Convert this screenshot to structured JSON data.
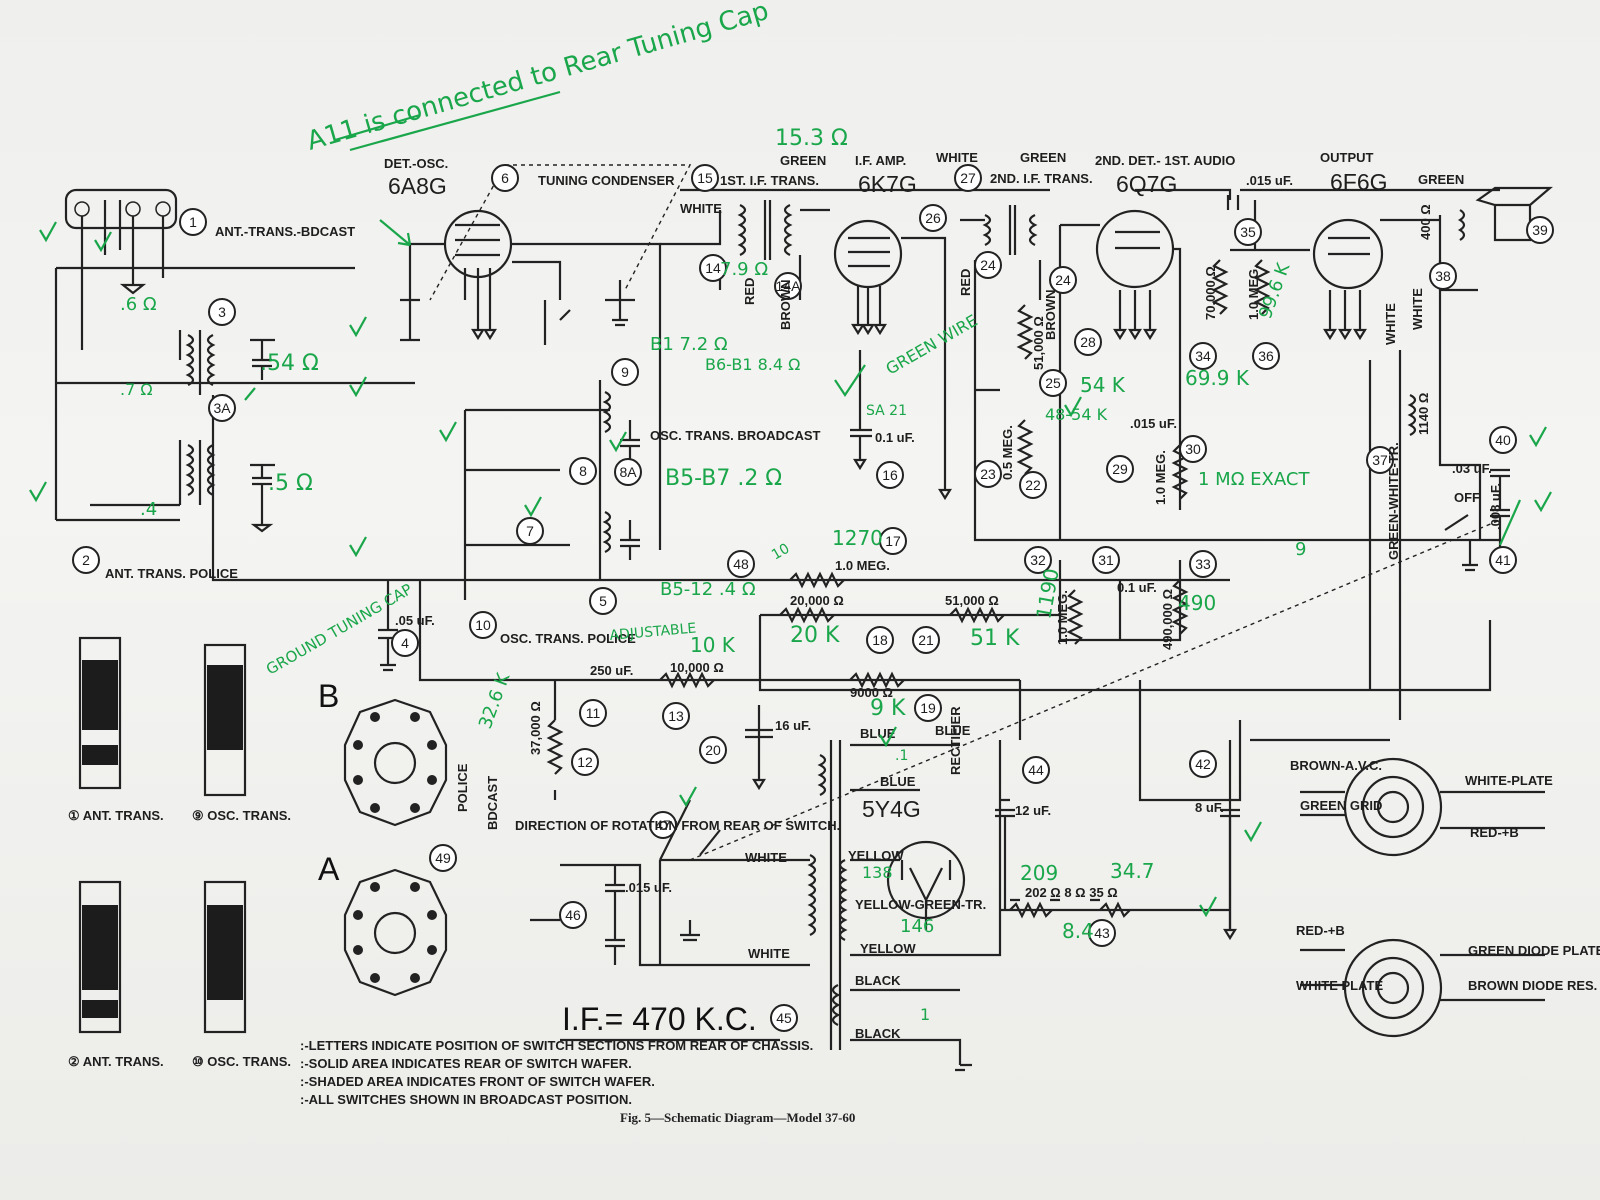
{
  "tubes": [
    {
      "id": "det-osc",
      "role": "DET.-OSC.",
      "type": "6A8G"
    },
    {
      "id": "if-amp",
      "role": "I.F. AMP.",
      "type": "6K7G"
    },
    {
      "id": "second-det",
      "role": "2ND. DET.- 1ST. AUDIO",
      "type": "6Q7G"
    },
    {
      "id": "output",
      "role": "OUTPUT",
      "type": "6F6G"
    },
    {
      "id": "rectifier",
      "role": "RECTIFIER",
      "type": "5Y4G"
    }
  ],
  "parts": [
    {
      "n": "1",
      "label": "ANT.-TRANS.-BDCAST"
    },
    {
      "n": "2",
      "label": "ANT. TRANS. POLICE"
    },
    {
      "n": "6",
      "label": "TUNING CONDENSER"
    },
    {
      "n": "15",
      "label": "1ST. I.F. TRANS."
    },
    {
      "n": "27",
      "label": "2ND. I.F. TRANS."
    },
    {
      "n": "9",
      "label": "OSC. TRANS. BROADCAST"
    },
    {
      "n": "10",
      "label": "OSC. TRANS. POLICE"
    }
  ],
  "values": {
    "c4": ".05 uF.",
    "r17": "1.0 MEG.",
    "r18": "20,000 Ω",
    "r21": "51,000 Ω",
    "c11": "250 uF.",
    "r13": "10,000 Ω",
    "r19": "9000 Ω",
    "r12": "37,000 Ω",
    "c20": "16 uF.",
    "c16": "0.1 uF.",
    "r25": "51,000 Ω",
    "r22": "0.5 MEG.",
    "c29": ".015 uF.",
    "r30": "1.0 MEG.",
    "r34": "70,000 Ω",
    "r36": "1.0 MEG.",
    "c35": ".015 uF.",
    "r32": "1.0 MEG.",
    "r33": "490,000 Ω",
    "c31": "0.1 uF.",
    "c44": "12 uF.",
    "c42": "8 uF.",
    "r43": "202 Ω  8 Ω  35 Ω",
    "c46": ".015 uF.",
    "r38": "400 Ω",
    "r_field": "1140 Ω",
    "c40": ".03 uF.",
    "c41": ".008 uF."
  },
  "labels": {
    "if_freq": "I.F.= 470 K.C.",
    "caption": "Fig. 5—Schematic Diagram—Model 37-60",
    "direction": "DIRECTION OF ROTATION FROM REAR OF SWITCH.",
    "switch_b": "B",
    "switch_a": "A",
    "police": "POLICE",
    "bdcast": "BDCAST",
    "off": "OFF",
    "white": "WHITE",
    "green": "GREEN",
    "brown": "BROWN",
    "red": "RED",
    "blue": "BLUE",
    "yellow": "YELLOW",
    "black": "BLACK",
    "yellow_green": "YELLOW-GREEN-TR.",
    "green_white": "GREEN-WHITE-TR."
  },
  "notes": [
    ":-LETTERS INDICATE POSITION OF SWITCH SECTIONS FROM REAR OF CHASSIS.",
    ":-SOLID AREA INDICATES REAR OF SWITCH WAFER.",
    ":-SHADED AREA INDICATES FRONT OF SWITCH WAFER.",
    ":-ALL SWITCHES SHOWN IN BROADCAST POSITION."
  ],
  "if_trans_terminals": {
    "first": {
      "top_left": "BROWN-A.V.C.",
      "top_right": "WHITE-PLATE",
      "left": "GREEN GRID",
      "right": "RED-+B"
    },
    "second": {
      "top_left": "RED-+B",
      "top_right": "GREEN DIODE PLATE",
      "right": "BROWN DIODE RES.",
      "left": "WHITE PLATE"
    }
  },
  "handwritten": {
    "note_top": "A11 is connected to Rear Tuning Cap",
    "r15": "15.3 Ω",
    "r14": "7.9 Ω",
    "b1": "B1 7.2 Ω",
    "b6b1": "B6-B1 8.4 Ω",
    "green_wire": "GREEN WIRE",
    "ant_r": ".6 Ω",
    ".7": ".7 Ω",
    ".54": ".54 Ω",
    ".4": ".4",
    ".5": ".5 Ω",
    "b5b7": "B5-B7 .2 Ω",
    "b5b12": "B5-12 .4 Ω",
    "adj": "ADJUSTABLE",
    "r12m": "32.6 K",
    "r13m": "10 K",
    "r19m": "9 K",
    "r17m": "1270",
    "r18m": "20 K",
    "r21m": "51 K",
    "r32m": "1190",
    "r33m": "490",
    "r25m": "54 K",
    "r22m": "48-54 K",
    "r30m": "1 MΩ EXACT",
    "r34m": "69.9 K",
    "r36m": "99.6 K",
    "ground": "GROUND TUNING CAP",
    "r43a": "209",
    "r43b": "34.7",
    "r43c": "8.4",
    "rect": "138",
    "yg": "146",
    "if_note": "SA 21",
    "v1": ".1",
    "v2": "1",
    "note9": "9",
    "note10": "10",
    "tag": "10 K"
  }
}
